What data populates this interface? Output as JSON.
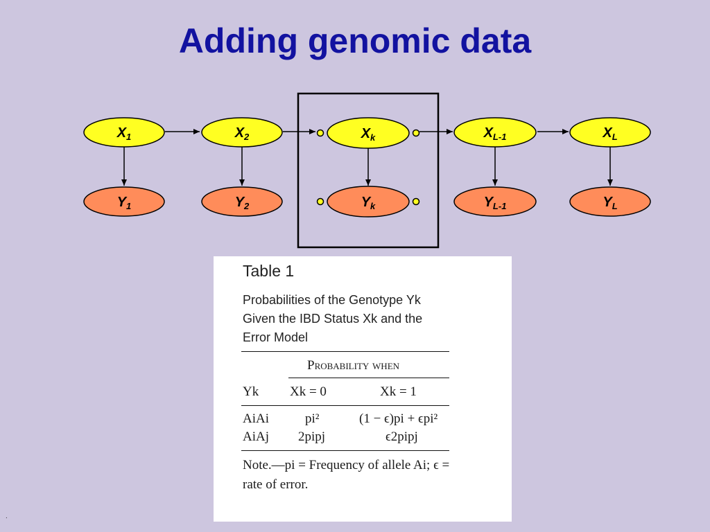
{
  "slide": {
    "title": "Adding genomic data",
    "footer": "."
  },
  "nodes": {
    "x": [
      {
        "main": "X",
        "sub": "1"
      },
      {
        "main": "X",
        "sub": "2"
      },
      {
        "main": "X",
        "sub": "k"
      },
      {
        "main": "X",
        "sub": "L-1"
      },
      {
        "main": "X",
        "sub": "L"
      }
    ],
    "y": [
      {
        "main": "Y",
        "sub": "1"
      },
      {
        "main": "Y",
        "sub": "2"
      },
      {
        "main": "Y",
        "sub": "k"
      },
      {
        "main": "Y",
        "sub": "L-1"
      },
      {
        "main": "Y",
        "sub": "L"
      }
    ]
  },
  "colors": {
    "x_fill": "#ffff22",
    "y_fill": "#ff8c5a",
    "title": "#1212a0",
    "background": "#cdc6df"
  },
  "table": {
    "title": "Table 1",
    "caption": "Probabilities of the Genotype Yk Given the IBD Status Xk and the Error Model",
    "header_group": "Probability when",
    "col_headers": [
      "Yk",
      "Xk = 0",
      "Xk = 1"
    ],
    "rows": [
      [
        "AiAi",
        "pi²",
        "(1 − ϵ)pi + ϵpi²"
      ],
      [
        "AiAj",
        "2pipj",
        "ϵ2pipj"
      ]
    ],
    "note": "Note.—pi = Frequency of allele Ai; ϵ = rate of error."
  }
}
